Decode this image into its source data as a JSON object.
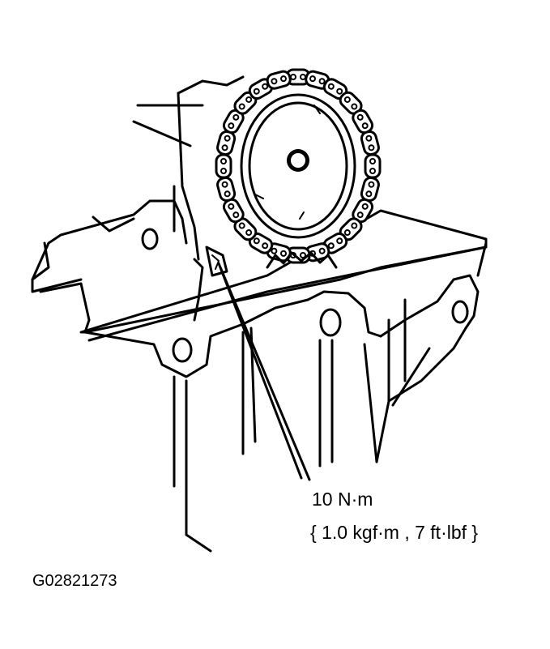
{
  "figure": {
    "torque_value": "10 N·m",
    "torque_conversion": "{ 1.0 kgf·m , 7 ft·lbf }",
    "figure_id": "G02821273"
  },
  "colors": {
    "ink": "#000000",
    "paper": "#ffffff"
  }
}
